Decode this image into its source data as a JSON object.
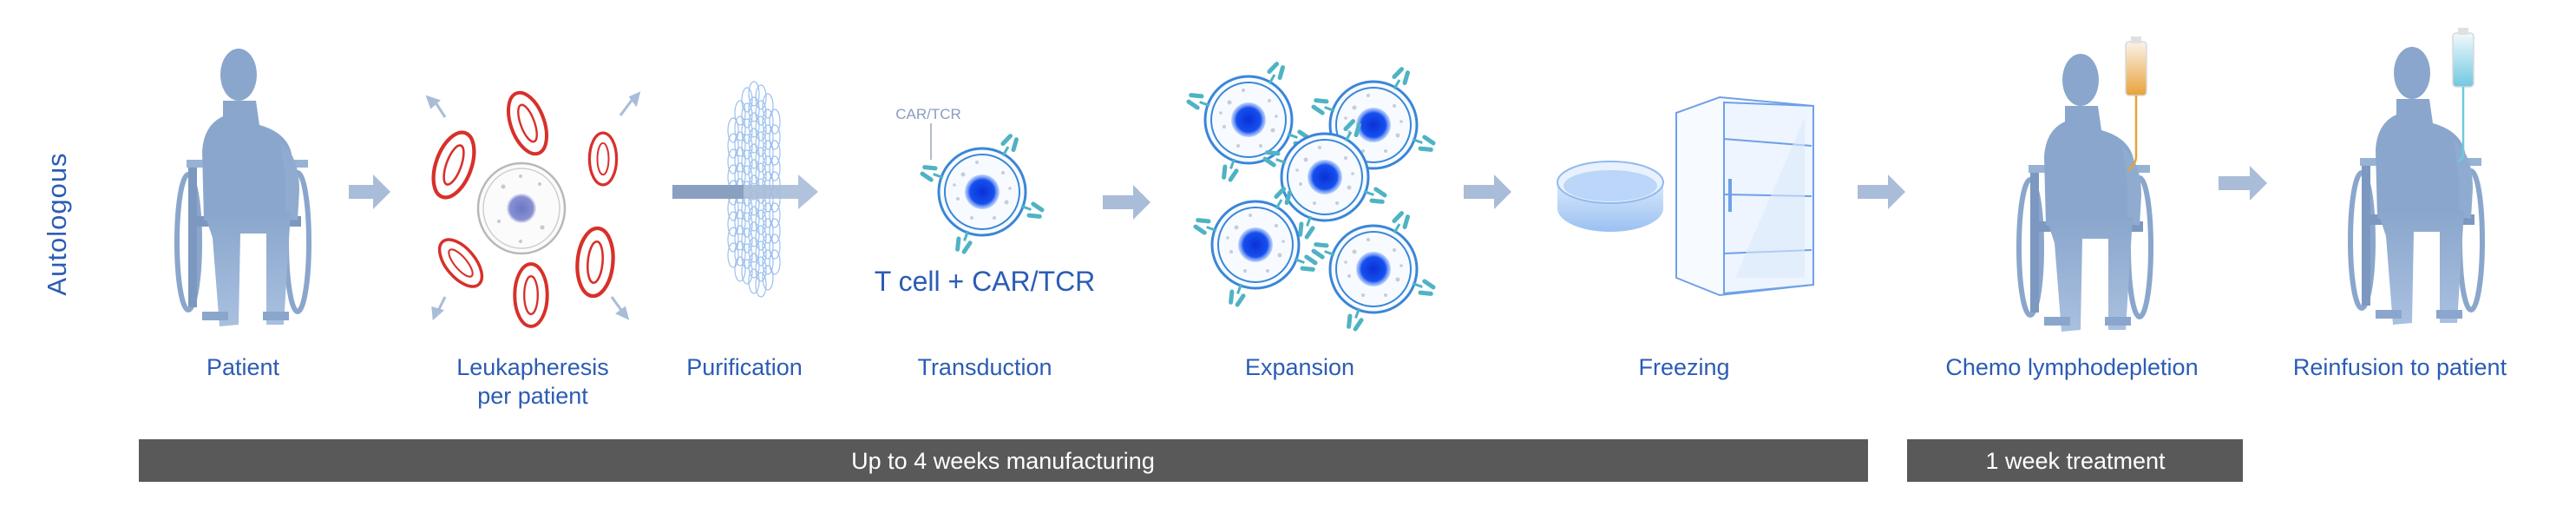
{
  "diagram": {
    "side_label": "Autologous",
    "steps": [
      {
        "label": "Patient"
      },
      {
        "label": "Leukapheresis",
        "label2": "per patient"
      },
      {
        "label": "Purification"
      },
      {
        "label": "Transduction"
      },
      {
        "label": "Expansion"
      },
      {
        "label": "Freezing"
      },
      {
        "label": "Chemo lymphodepletion"
      },
      {
        "label": "Reinfusion to patient"
      }
    ],
    "transduction_callout": "CAR/TCR",
    "transduction_caption": "T cell + CAR/TCR",
    "phases": [
      {
        "label": "Up to 4 weeks manufacturing"
      },
      {
        "label": "1 week treatment"
      }
    ],
    "colors": {
      "text_blue": "#2b5cb5",
      "patient_blue": "#8aa6cc",
      "arrow": "#a9bcd8",
      "phase_bar": "#595959",
      "red_blood_cell": "#d8302a",
      "cell_outline": "#3a86d8",
      "nucleus": "#0a3be0",
      "receptor": "#4fb3c4",
      "chemo_bag": "#e8a23a",
      "reinfusion_bag": "#6fc8e0"
    },
    "icons": [
      "patient-wheelchair-icon",
      "red-blood-cell-icon",
      "white-blood-cell-icon",
      "filter-stack-icon",
      "t-cell-icon",
      "petri-dish-icon",
      "freezer-icon",
      "iv-bag-icon",
      "arrow-right-icon"
    ]
  }
}
